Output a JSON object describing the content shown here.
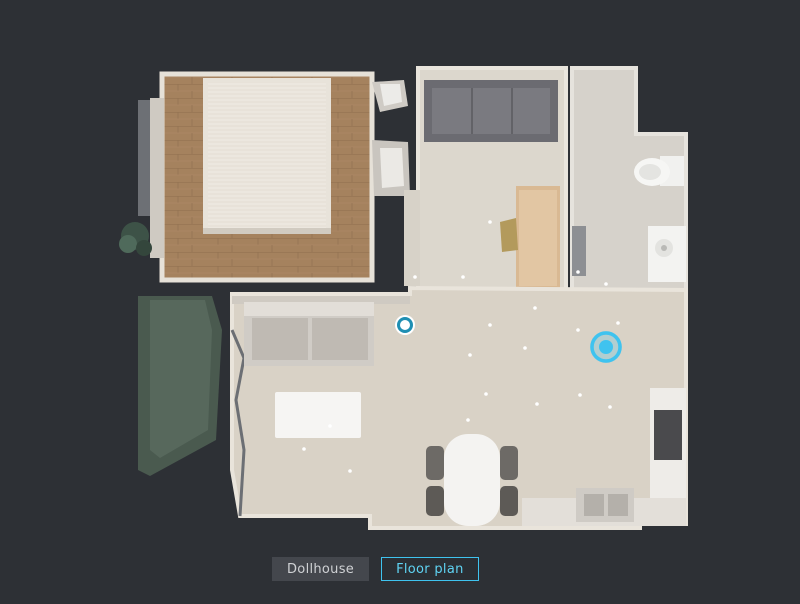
{
  "viewer": {
    "view_modes": [
      {
        "label": "Dollhouse",
        "active": false
      },
      {
        "label": "Floor plan",
        "active": true
      }
    ],
    "colors": {
      "background": "#2d3035",
      "accent": "#3fc3ef",
      "floor": "#d9d2c6",
      "wood_floor": "#a07f5c"
    },
    "markers": [
      {
        "name": "navigation-point",
        "kind": "hotspot"
      },
      {
        "name": "current-position",
        "kind": "current"
      }
    ],
    "plan": {
      "rooms": [
        "bedroom",
        "hallway",
        "bathroom",
        "living-area",
        "kitchen",
        "balcony"
      ],
      "furniture": [
        "bed",
        "sofa-small",
        "sofa",
        "desk",
        "chair",
        "toilet",
        "sink",
        "coffee-table",
        "dining-table",
        "dining-chairs",
        "kitchen-counter",
        "armchair-top",
        "armchair-bottom",
        "plant",
        "window-bench"
      ]
    }
  }
}
